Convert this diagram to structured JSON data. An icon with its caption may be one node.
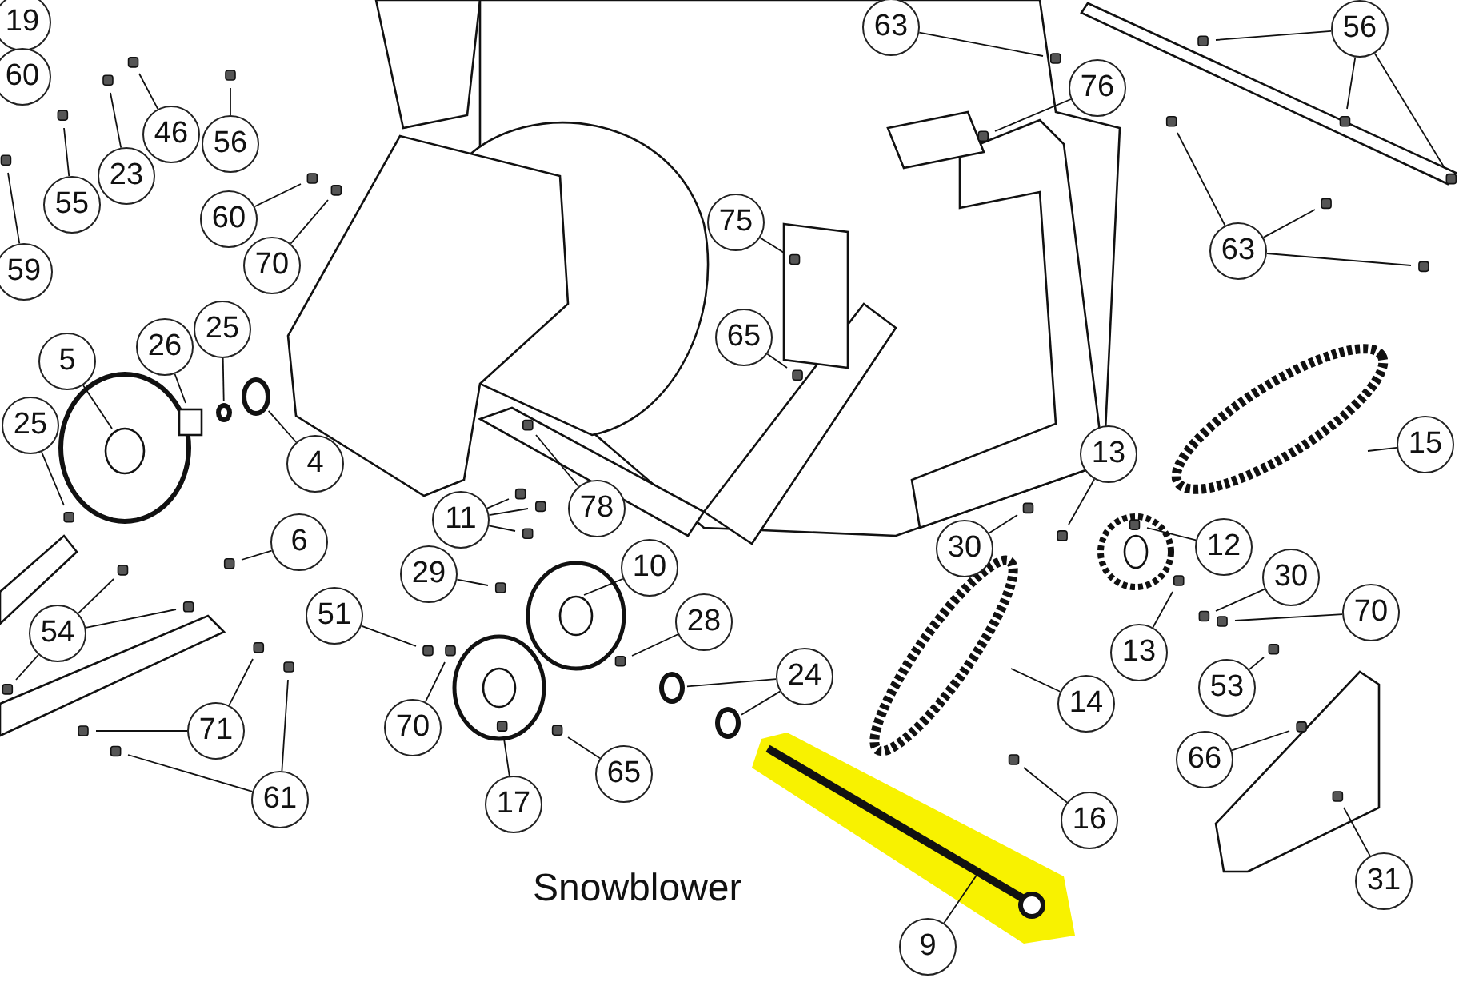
{
  "diagram": {
    "nodes": [
      {
        "text": [
          "19"
        ]
      },
      {
        "text": [
          "60"
        ]
      },
      {
        "text": [
          "46"
        ]
      },
      {
        "text": [
          "56"
        ]
      },
      {
        "text": [
          "55"
        ]
      },
      {
        "text": [
          "23"
        ]
      },
      {
        "text": [
          "59"
        ]
      },
      {
        "text": [
          "60"
        ]
      },
      {
        "text": [
          "70"
        ]
      },
      {
        "text": [
          "63"
        ]
      },
      {
        "text": [
          "56"
        ]
      },
      {
        "text": [
          "76"
        ]
      },
      {
        "text": [
          "75"
        ]
      },
      {
        "text": [
          "65"
        ]
      },
      {
        "text": [
          "63"
        ]
      },
      {
        "text": [
          "25"
        ]
      },
      {
        "text": [
          "26"
        ]
      },
      {
        "text": [
          "5"
        ]
      },
      {
        "text": [
          "25"
        ]
      },
      {
        "text": [
          "4"
        ]
      },
      {
        "text": [
          "15"
        ]
      },
      {
        "text": [
          "11"
        ]
      },
      {
        "text": [
          "78"
        ]
      },
      {
        "text": [
          "13"
        ]
      },
      {
        "text": [
          "30"
        ]
      },
      {
        "text": [
          "12"
        ]
      },
      {
        "text": [
          "6"
        ]
      },
      {
        "text": [
          "29"
        ]
      },
      {
        "text": [
          "10"
        ]
      },
      {
        "text": [
          "30"
        ]
      },
      {
        "text": [
          "70"
        ]
      },
      {
        "text": [
          "54"
        ]
      },
      {
        "text": [
          "51"
        ]
      },
      {
        "text": [
          "28"
        ]
      },
      {
        "text": [
          "13"
        ]
      },
      {
        "text": [
          "53"
        ]
      },
      {
        "text": [
          "24"
        ]
      },
      {
        "text": [
          "14"
        ]
      },
      {
        "text": [
          "71"
        ]
      },
      {
        "text": [
          "70"
        ]
      },
      {
        "text": [
          "65"
        ]
      },
      {
        "text": [
          "66"
        ]
      },
      {
        "text": [
          "61"
        ]
      },
      {
        "text": [
          "17"
        ]
      },
      {
        "text": [
          "16"
        ]
      },
      {
        "text": [
          "31"
        ]
      },
      {
        "text": [
          "9"
        ]
      },
      {
        "text": [],
        "shape": "circle"
      },
      {
        "text": [],
        "shape": "circle"
      },
      {
        "text": [],
        "shape": "circle"
      },
      {
        "text": [],
        "shape": "circle"
      }
    ],
    "edges": [
      {
        "from": 2,
        "to": null,
        "arrow": "none"
      },
      {
        "from": 3,
        "to": null,
        "arrow": "none"
      },
      {
        "from": 4,
        "to": null,
        "arrow": "none"
      },
      {
        "from": 5,
        "to": null,
        "arrow": "none"
      },
      {
        "from": 6,
        "to": null,
        "arrow": "none"
      },
      {
        "from": 7,
        "to": null,
        "arrow": "none"
      },
      {
        "from": 8,
        "to": null,
        "arrow": "none"
      },
      {
        "from": 9,
        "to": null,
        "arrow": "none"
      },
      {
        "from": 10,
        "to": null,
        "arrow": "none"
      },
      {
        "from": 10,
        "to": null,
        "arrow": "none"
      },
      {
        "from": 10,
        "to": null,
        "arrow": "none"
      },
      {
        "from": 11,
        "to": null,
        "arrow": "none"
      },
      {
        "from": 12,
        "to": null,
        "arrow": "none"
      },
      {
        "from": 13,
        "to": null,
        "arrow": "none"
      },
      {
        "from": 14,
        "to": null,
        "arrow": "none"
      },
      {
        "from": 14,
        "to": null,
        "arrow": "none"
      },
      {
        "from": 14,
        "to": null,
        "arrow": "none"
      },
      {
        "from": 15,
        "to": 50,
        "arrow": "none"
      },
      {
        "from": 16,
        "to": null,
        "arrow": "none"
      },
      {
        "from": 17,
        "to": null,
        "arrow": "none"
      },
      {
        "from": 18,
        "to": null,
        "arrow": "none"
      },
      {
        "from": 19,
        "to": 47,
        "arrow": "none"
      },
      {
        "from": 20,
        "to": null,
        "arrow": "none"
      },
      {
        "from": 21,
        "to": null,
        "arrow": "none"
      },
      {
        "from": 21,
        "to": null,
        "arrow": "none"
      },
      {
        "from": 21,
        "to": null,
        "arrow": "none"
      },
      {
        "from": 22,
        "to": null,
        "arrow": "none"
      },
      {
        "from": 23,
        "to": null,
        "arrow": "none"
      },
      {
        "from": 24,
        "to": null,
        "arrow": "none"
      },
      {
        "from": 25,
        "to": null,
        "arrow": "none"
      },
      {
        "from": 26,
        "to": null,
        "arrow": "none"
      },
      {
        "from": 27,
        "to": null,
        "arrow": "none"
      },
      {
        "from": 28,
        "to": null,
        "arrow": "none"
      },
      {
        "from": 29,
        "to": null,
        "arrow": "none"
      },
      {
        "from": 30,
        "to": null,
        "arrow": "none"
      },
      {
        "from": 31,
        "to": null,
        "arrow": "none"
      },
      {
        "from": 31,
        "to": null,
        "arrow": "none"
      },
      {
        "from": 31,
        "to": null,
        "arrow": "none"
      },
      {
        "from": 32,
        "to": null,
        "arrow": "none"
      },
      {
        "from": 33,
        "to": null,
        "arrow": "none"
      },
      {
        "from": 34,
        "to": null,
        "arrow": "none"
      },
      {
        "from": 35,
        "to": null,
        "arrow": "none"
      },
      {
        "from": 36,
        "to": 48,
        "arrow": "none"
      },
      {
        "from": 36,
        "to": 49,
        "arrow": "none"
      },
      {
        "from": 37,
        "to": null,
        "arrow": "none"
      },
      {
        "from": 38,
        "to": null,
        "arrow": "none"
      },
      {
        "from": 38,
        "to": null,
        "arrow": "none"
      },
      {
        "from": 39,
        "to": null,
        "arrow": "none"
      },
      {
        "from": 40,
        "to": null,
        "arrow": "none"
      },
      {
        "from": 41,
        "to": null,
        "arrow": "none"
      },
      {
        "from": 42,
        "to": null,
        "arrow": "none"
      },
      {
        "from": 42,
        "to": null,
        "arrow": "none"
      },
      {
        "from": 43,
        "to": null,
        "arrow": "none"
      },
      {
        "from": 44,
        "to": null,
        "arrow": "none"
      },
      {
        "from": 45,
        "to": null,
        "arrow": "none"
      },
      {
        "from": 46,
        "to": null,
        "arrow": "none"
      }
    ],
    "labels": [
      "Snowblower"
    ]
  }
}
